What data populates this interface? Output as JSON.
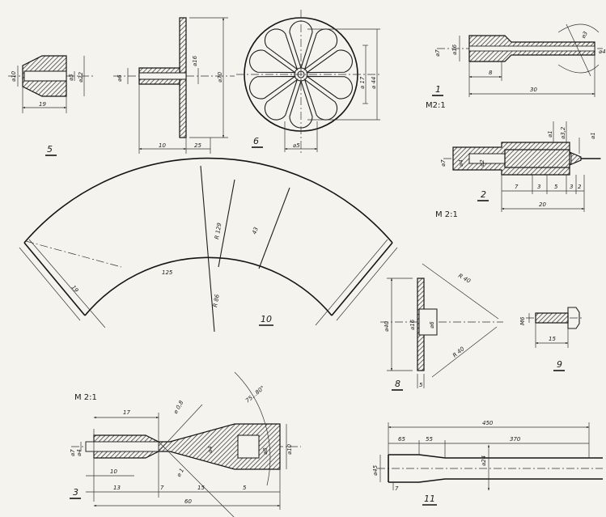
{
  "parts": [
    {
      "id": "p5",
      "number": "5",
      "dims": [
        "⌀10",
        "⌀5",
        "⌀22",
        "19"
      ]
    },
    {
      "id": "p6",
      "number": "6",
      "dims": [
        "⌀6",
        "⌀16",
        "⌀70",
        "10",
        "25",
        "⌀5",
        "⌀ 17",
        "⌀ 44"
      ]
    },
    {
      "id": "p1",
      "number": "1",
      "scale": "M2:1",
      "dims": [
        "⌀7",
        "⌀16",
        "8",
        "30",
        "⌀3",
        "⌀4"
      ]
    },
    {
      "id": "p2",
      "number": "2",
      "scale": "M 2:1",
      "dims": [
        "⌀7",
        "⌀4",
        "⌀2",
        "⌀1",
        "⌀3,2",
        "⌀1",
        "7",
        "3",
        "5",
        "3",
        "2",
        "20"
      ]
    },
    {
      "id": "p10",
      "number": "10",
      "dims": [
        "R 129",
        "43",
        "125",
        "R 86",
        "19"
      ]
    },
    {
      "id": "p8",
      "number": "8",
      "dims": [
        "R 40",
        "R 40",
        "⌀40",
        "⌀16",
        "⌀6",
        "5"
      ]
    },
    {
      "id": "p9",
      "number": "9",
      "dims": [
        "M6",
        "15"
      ]
    },
    {
      "id": "p3",
      "number": "3",
      "scale": "M 2:1",
      "dims": [
        "17",
        "⌀ 0,8",
        "75...80°",
        "⌀7",
        "⌀4",
        "⌀4",
        "⌀8",
        "⌀10",
        "10",
        "13",
        "7",
        "15",
        "5",
        "60",
        "⌀ 1"
      ]
    },
    {
      "id": "p11",
      "number": "11",
      "dims": [
        "450",
        "65",
        "55",
        "370",
        "⌀24",
        "⌀45",
        "7"
      ]
    }
  ]
}
